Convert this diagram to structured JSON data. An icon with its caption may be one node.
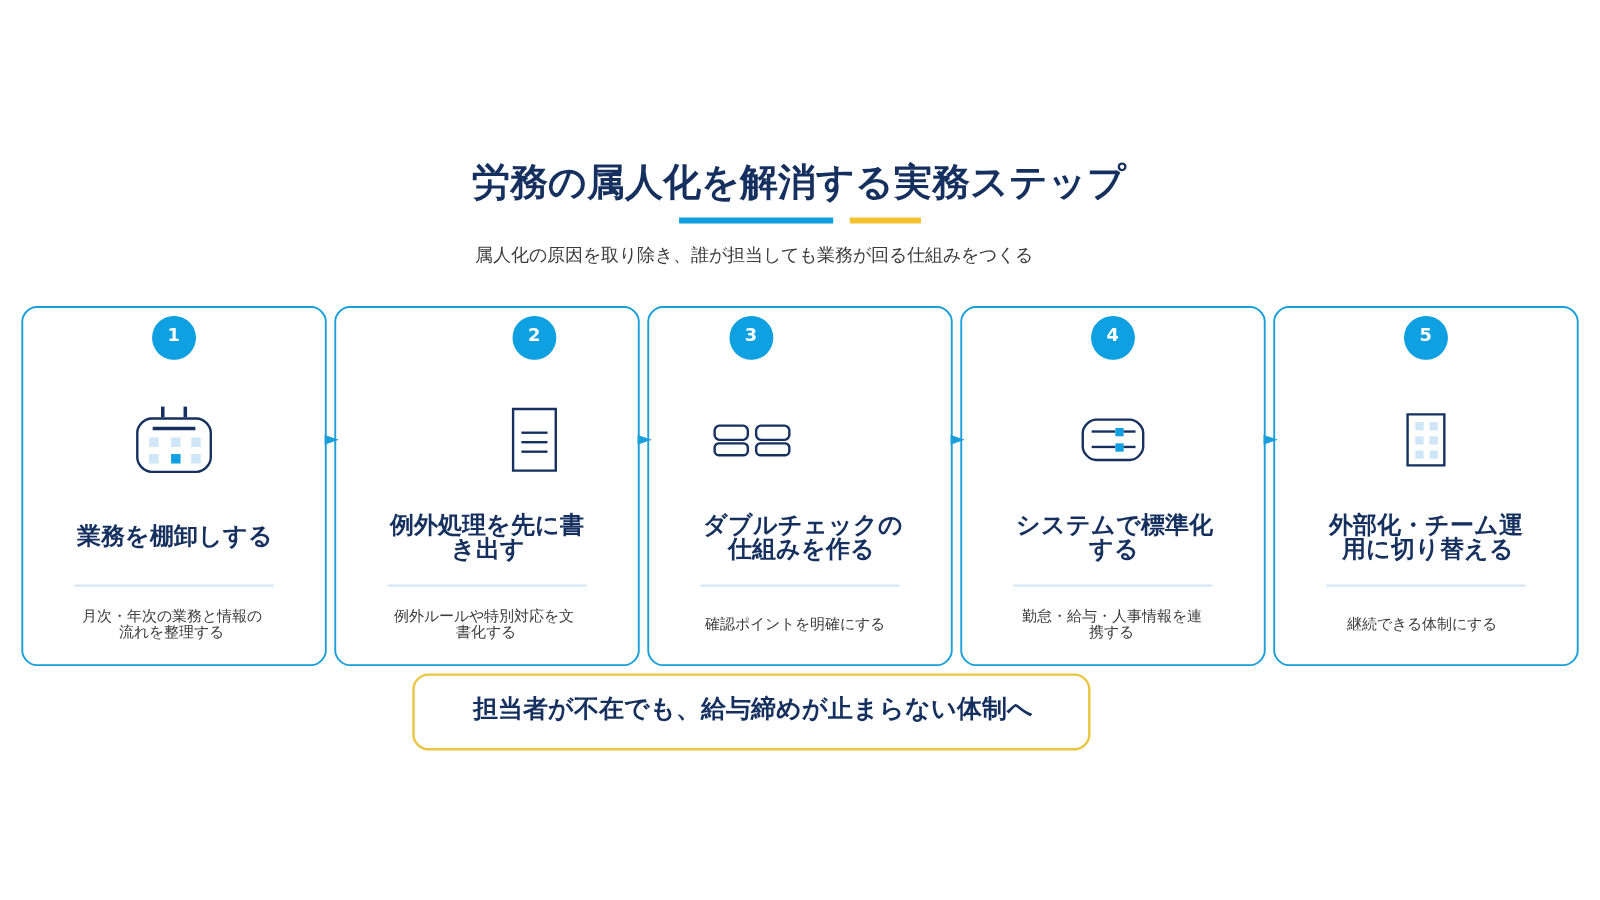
{
  "diagram": {
    "title": "労務の属人化を解消する実務ステップ",
    "nodes": [
      {
        "text": [
          "業務を棚卸しする",
          "月次・年次の業務と情報の流れを整理する"
        ]
      },
      {
        "text": [
          "1"
        ],
        "in": 0
      },
      {
        "text": [],
        "shape": "picture",
        "in": 0
      },
      {
        "text": [
          "例外処理を先に書き出す",
          "例外ルールや特別対応を文書化する"
        ]
      },
      {
        "text": [
          "2"
        ],
        "in": 3
      },
      {
        "text": [],
        "shape": "picture",
        "in": 3
      },
      {
        "text": [
          "ダブルチェックの仕組みを作る",
          "確認ポイントを明確にする"
        ]
      },
      {
        "text": [
          "3"
        ],
        "in": 6
      },
      {
        "text": [],
        "shape": "picture",
        "in": 6
      },
      {
        "text": [
          "システムで標準化する",
          "勤怠・給与・人事情報を連携する"
        ]
      },
      {
        "text": [
          "4"
        ],
        "in": 9
      },
      {
        "text": [],
        "shape": "picture",
        "in": 9
      },
      {
        "text": [
          "外部化・チーム運用に切り替える",
          "継続できる体制にする"
        ]
      },
      {
        "text": [
          "5"
        ],
        "in": 12
      },
      {
        "text": [],
        "shape": "picture",
        "in": 12
      },
      {
        "text": [
          "担当者が不在でも、給与締めが止まらない体制へ"
        ]
      }
    ],
    "edges": [
      {
        "from": 0,
        "to": 3,
        "arrow": "to"
      },
      {
        "from": 3,
        "to": 6,
        "arrow": "to"
      },
      {
        "from": 6,
        "to": 9,
        "arrow": "to"
      },
      {
        "from": 9,
        "to": 12,
        "arrow": "to"
      }
    ],
    "labels": [
      "属人化の原因を取り除き、誰が担当しても業務が回る仕組みをつくる"
    ]
  }
}
